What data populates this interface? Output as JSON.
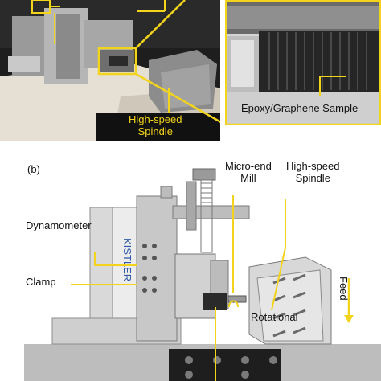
{
  "colors": {
    "highlight": "#f2d41c",
    "dynamometer_text": "#2f5aa8",
    "sample_black": "#262626",
    "metal": "#b8b8b8"
  },
  "panel_a": {
    "spindle_label": "High-speed\nSpindle",
    "sample_label": "Epoxy/Graphene Sample"
  },
  "panel_b": {
    "panel_label": "(b)",
    "labels": {
      "micro_end_mill": "Micro-end\nMill",
      "high_speed_spindle": "High-speed\nSpindle",
      "dynamometer": "Dynamometer",
      "clamp": "Clamp",
      "rotational": "Rotational",
      "feed": "Feed",
      "dynamometer_brand": "KISTLER"
    }
  }
}
